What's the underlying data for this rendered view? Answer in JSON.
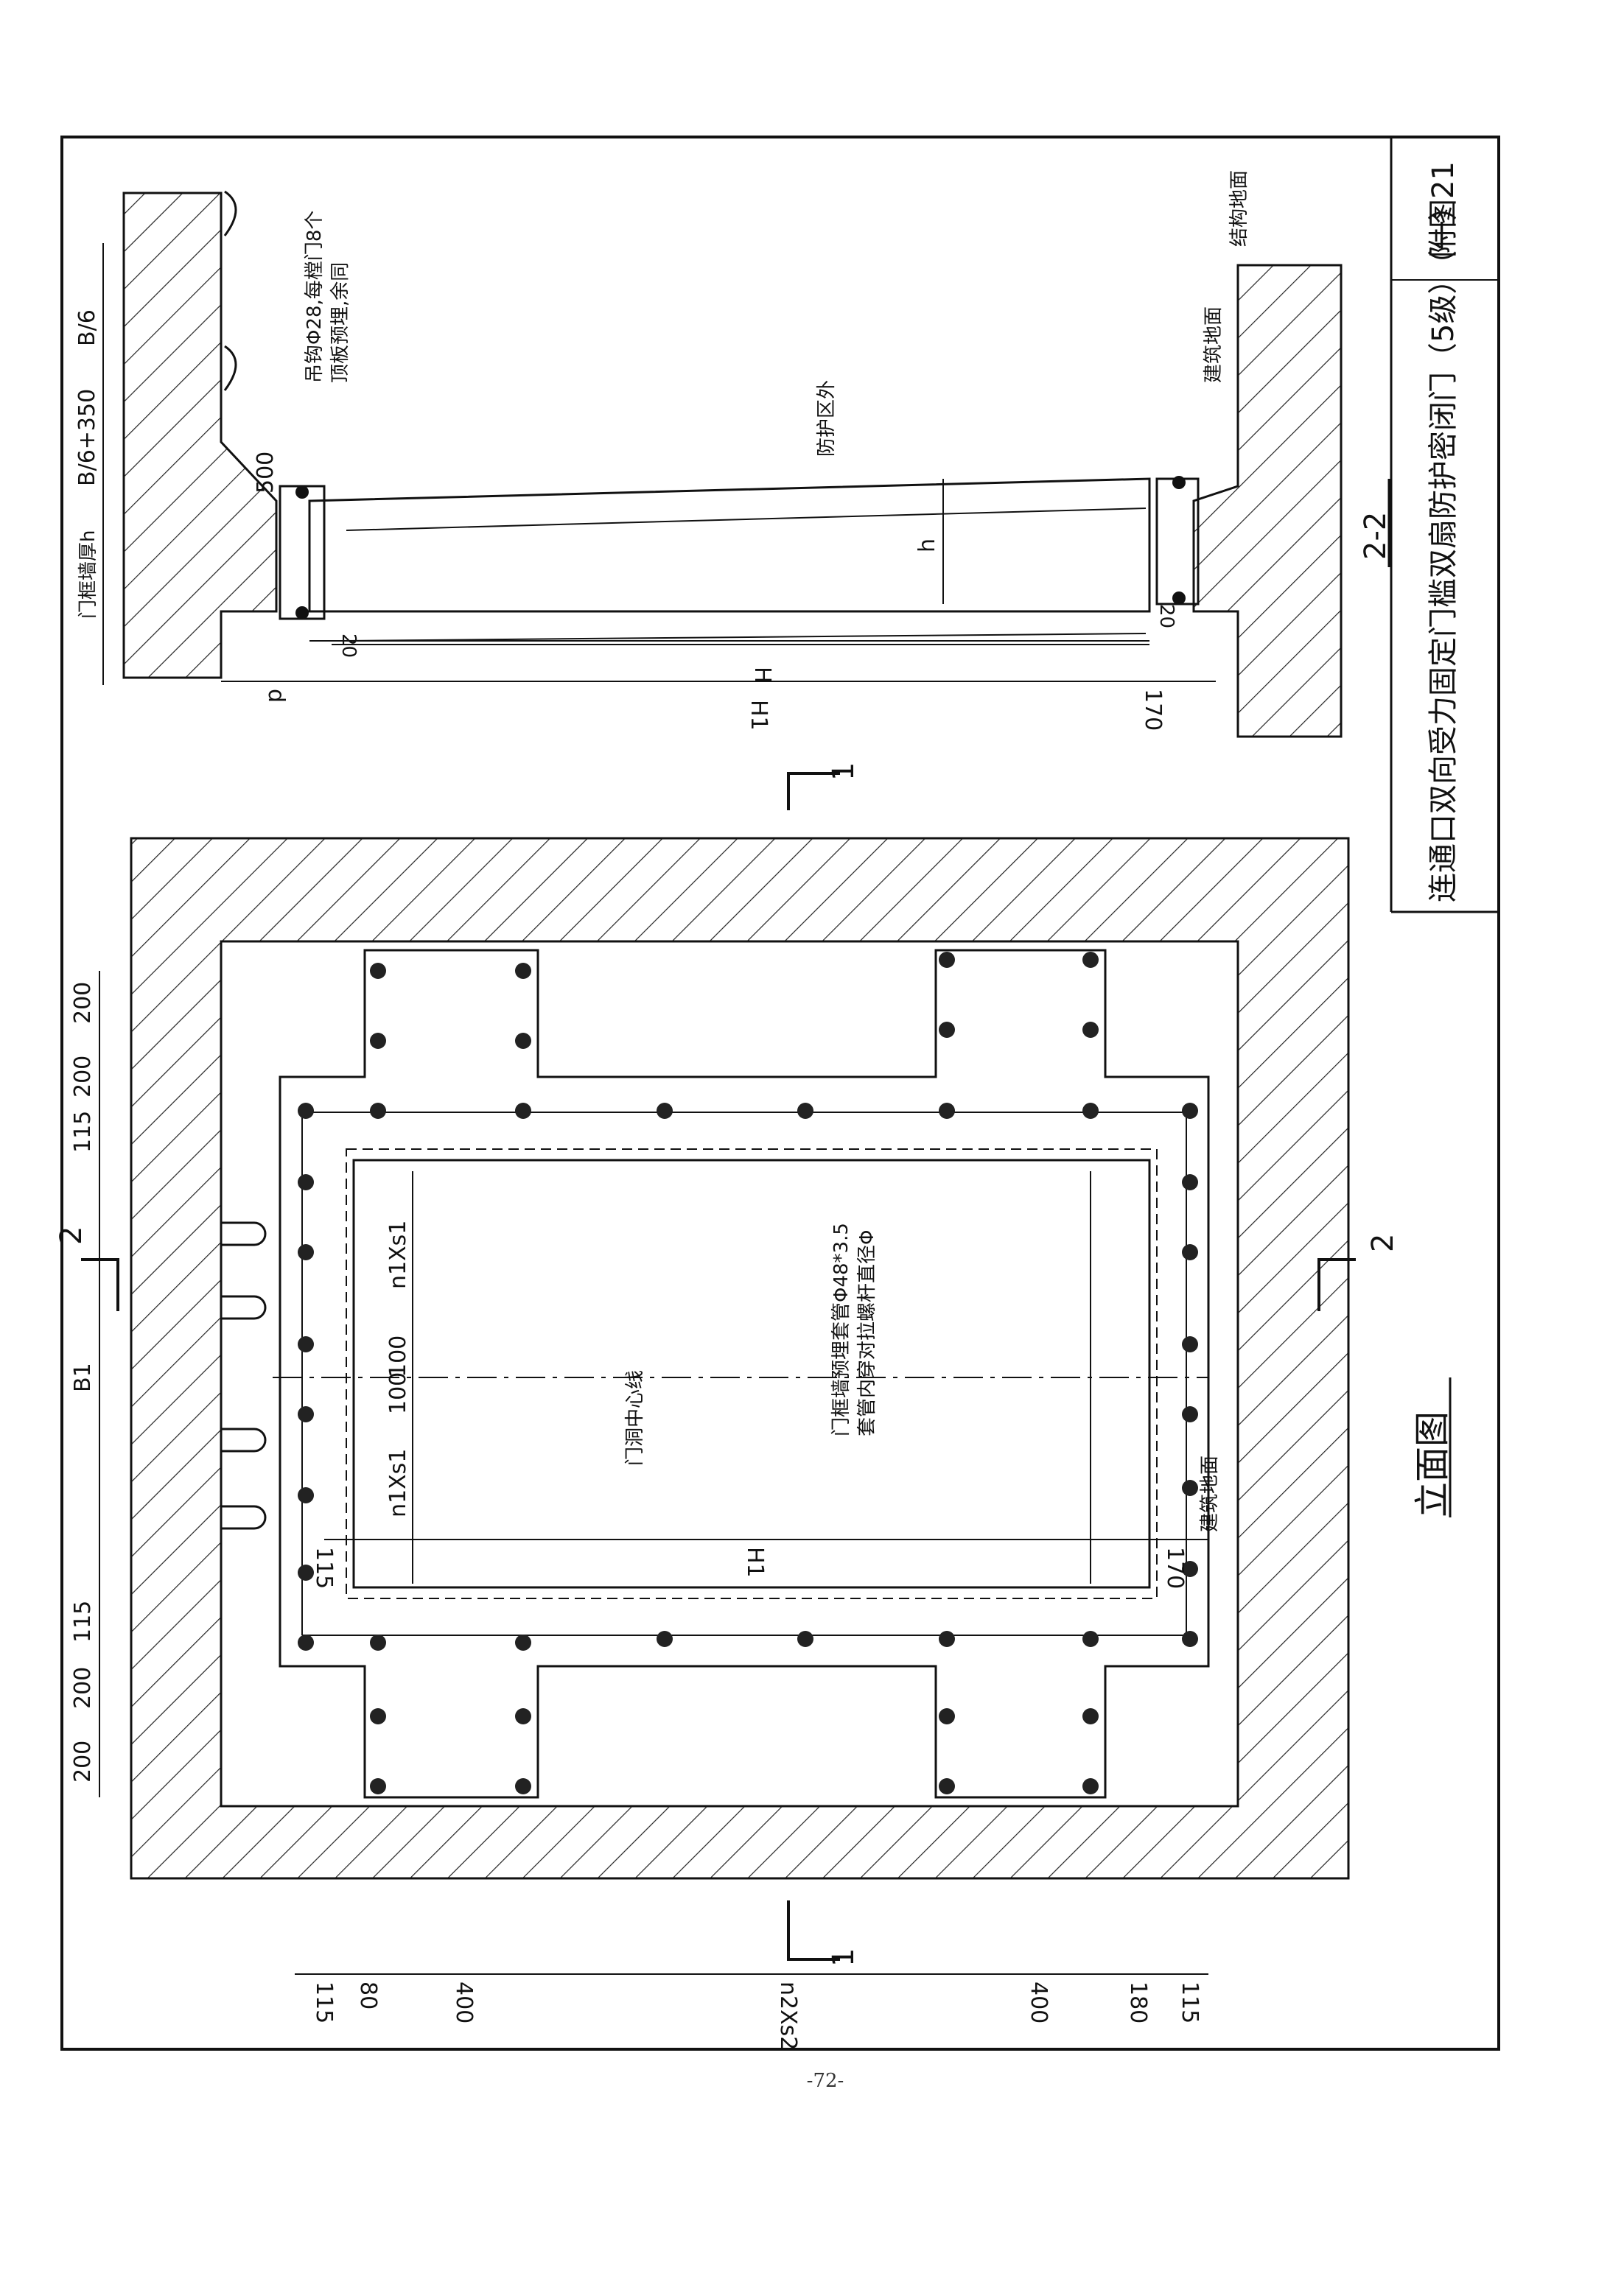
{
  "title_block": {
    "title": "连通口双向受力固定门槛双扇防护密闭门（5级）（一）",
    "figure_no": "附图21"
  },
  "section_view": {
    "caption": "2-2",
    "dims": {
      "b6": "B/6",
      "b6_350": "B/6+350",
      "wall_h": "门框墙厚h",
      "d500": "500",
      "h": "h",
      "H": "H",
      "H1": "H1",
      "d170": "170",
      "d": "d",
      "d20a": "20",
      "d20b": "20"
    },
    "labels": {
      "hoist_ring": "吊钩Φ28,每樘门8个",
      "hoist_ring_note": "顶板预埋,余同",
      "protect_outside": "防护区外",
      "floor": "建筑地面",
      "floor_finish": "结构地面"
    }
  },
  "elevation_view": {
    "caption": "立面图",
    "cut1": "1",
    "cut2": "2",
    "top_dims": [
      "200",
      "200",
      "115",
      "B1",
      "115",
      "200",
      "200"
    ],
    "bottom_dims": [
      "115",
      "180",
      "400",
      "n2Xs2",
      "400",
      "80",
      "115"
    ],
    "inner_dims": {
      "n1xs1_a": "n1Xs1",
      "d100a": "100",
      "d100b": "100",
      "n1xs1_b": "n1Xs1",
      "d115": "115",
      "H1": "H1",
      "d170": "170"
    },
    "labels": {
      "pipe_note": "门框墙预埋套管Φ48*3.5",
      "pipe_note2": "套管内穿对拉螺杆直径Φ",
      "center_line": "门洞中心线",
      "floor_label": "建筑地面"
    }
  },
  "page_number": "-72-"
}
